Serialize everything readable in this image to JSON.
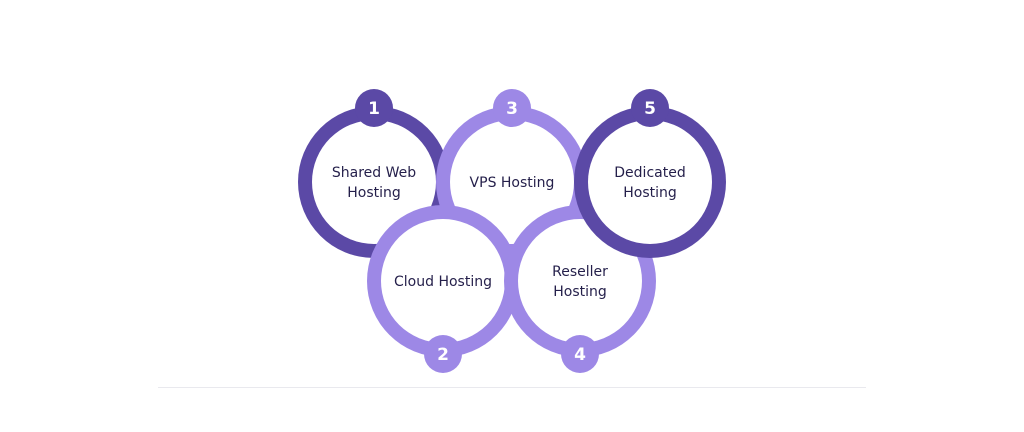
{
  "colors": {
    "dark": "#5b49a6",
    "light": "#9d88e6",
    "inner": "#ffffff",
    "label": "#241f4a",
    "badge_text": "#ffffff"
  },
  "hosting_types": [
    {
      "number": "1",
      "lines": [
        "Shared Web",
        "Hosting"
      ],
      "shade": "dark"
    },
    {
      "number": "2",
      "lines": [
        "Cloud Hosting"
      ],
      "shade": "light"
    },
    {
      "number": "3",
      "lines": [
        "VPS Hosting"
      ],
      "shade": "light"
    },
    {
      "number": "4",
      "lines": [
        "Reseller",
        "Hosting"
      ],
      "shade": "light"
    },
    {
      "number": "5",
      "lines": [
        "Dedicated",
        "Hosting"
      ],
      "shade": "dark"
    }
  ]
}
